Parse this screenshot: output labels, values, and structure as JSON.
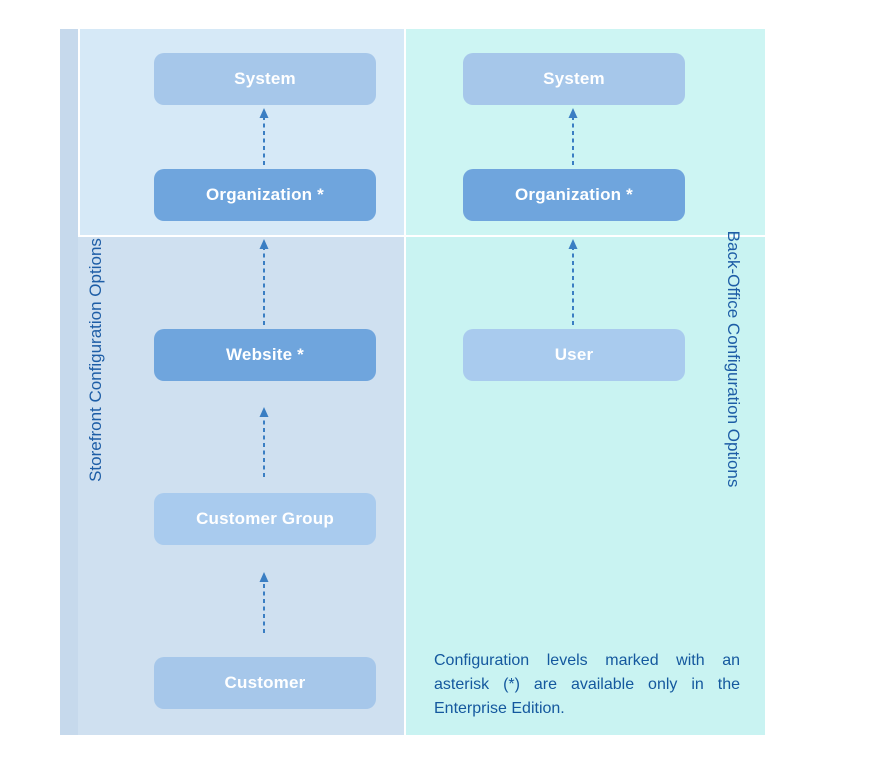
{
  "diagram": {
    "left_panel_label": "Storefront Configuration Options",
    "right_panel_label": "Back-Office Configuration Options",
    "storefront_nodes": [
      {
        "label": "System",
        "shade": "light"
      },
      {
        "label": "Organization *",
        "shade": "medium"
      },
      {
        "label": "Website *",
        "shade": "medium"
      },
      {
        "label": "Customer Group",
        "shade": "light"
      },
      {
        "label": "Customer",
        "shade": "light"
      }
    ],
    "backoffice_nodes": [
      {
        "label": "System",
        "shade": "light"
      },
      {
        "label": "Organization *",
        "shade": "medium"
      },
      {
        "label": "User",
        "shade": "light"
      }
    ],
    "edges": [
      {
        "column": "storefront",
        "from": "Organization *",
        "to": "System",
        "style": "dashed-arrow-up"
      },
      {
        "column": "storefront",
        "from": "Website *",
        "to": "Organization *",
        "style": "dashed-arrow-up"
      },
      {
        "column": "storefront",
        "from": "Customer Group",
        "to": "Website *",
        "style": "dashed-arrow-up"
      },
      {
        "column": "storefront",
        "from": "Customer",
        "to": "Customer Group",
        "style": "dashed-arrow-up"
      },
      {
        "column": "backoffice",
        "from": "Organization *",
        "to": "System",
        "style": "dashed-arrow-up"
      },
      {
        "column": "backoffice",
        "from": "User",
        "to": "Organization *",
        "style": "dashed-arrow-up"
      }
    ],
    "note": "Configuration levels marked with an asterisk (*) are available only in the Enterprise Edition.",
    "colors": {
      "storefront_panel": "#cfe0f0",
      "storefront_top_band": "#d6e9f7",
      "backoffice_panel": "#c9f3f2",
      "backoffice_top_band": "#cdf5f3",
      "left_edge_strip": "#c6d9ec",
      "node_light": "#a6c7ea",
      "node_medium": "#6fa5dd",
      "node_text": "#ffffff",
      "side_label_text": "#1d5da6",
      "note_text": "#14589e",
      "arrow": "#3a7ec3"
    }
  }
}
